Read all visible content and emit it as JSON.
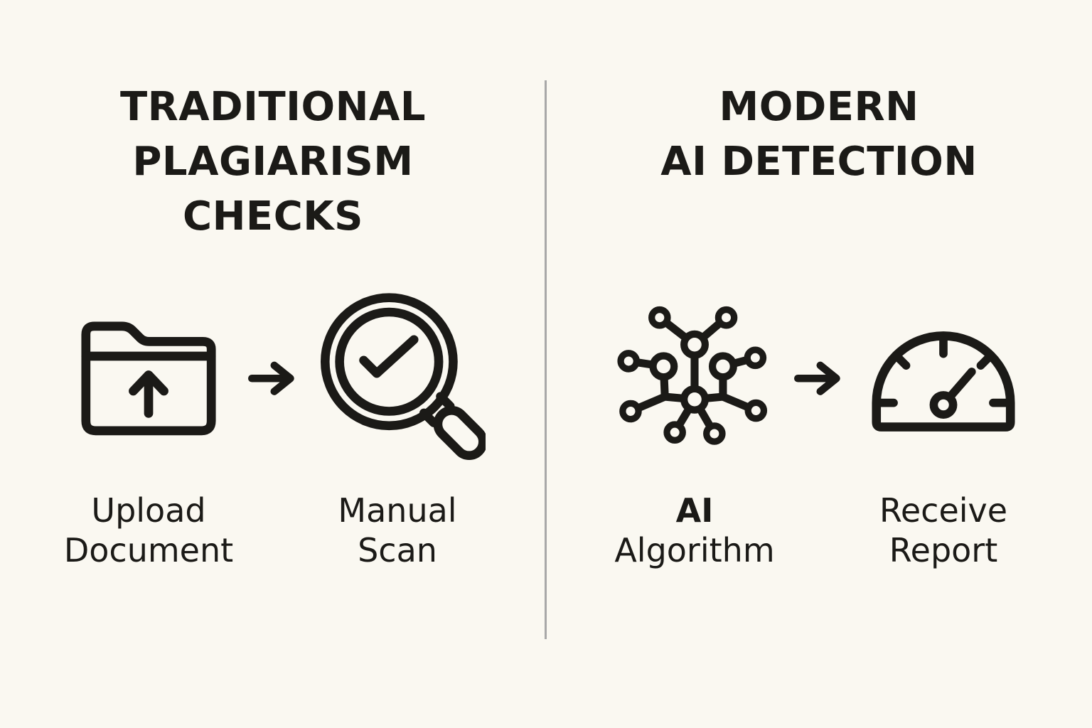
{
  "canvas": {
    "background_color": "#FAF8F1",
    "ink_color": "#1B1A17",
    "divider_color": "#A8A8A8"
  },
  "left_column": {
    "title_lines": [
      "TRADITIONAL",
      "PLAGIARISM",
      "CHECKS"
    ],
    "steps": [
      {
        "icon": "folder-upload-icon",
        "label_lines": [
          "Upload",
          "Document"
        ]
      },
      {
        "icon": "magnifier-check-icon",
        "label_lines": [
          "Manual",
          "Scan"
        ]
      }
    ],
    "connector_icon": "arrow-right-icon"
  },
  "right_column": {
    "title_lines": [
      "MODERN",
      "AI DETECTION"
    ],
    "steps": [
      {
        "icon": "neural-network-icon",
        "label_lines": [
          "AI",
          "Algorithm"
        ]
      },
      {
        "icon": "gauge-icon",
        "label_lines": [
          "Receive",
          "Report"
        ]
      }
    ],
    "connector_icon": "arrow-right-icon"
  }
}
